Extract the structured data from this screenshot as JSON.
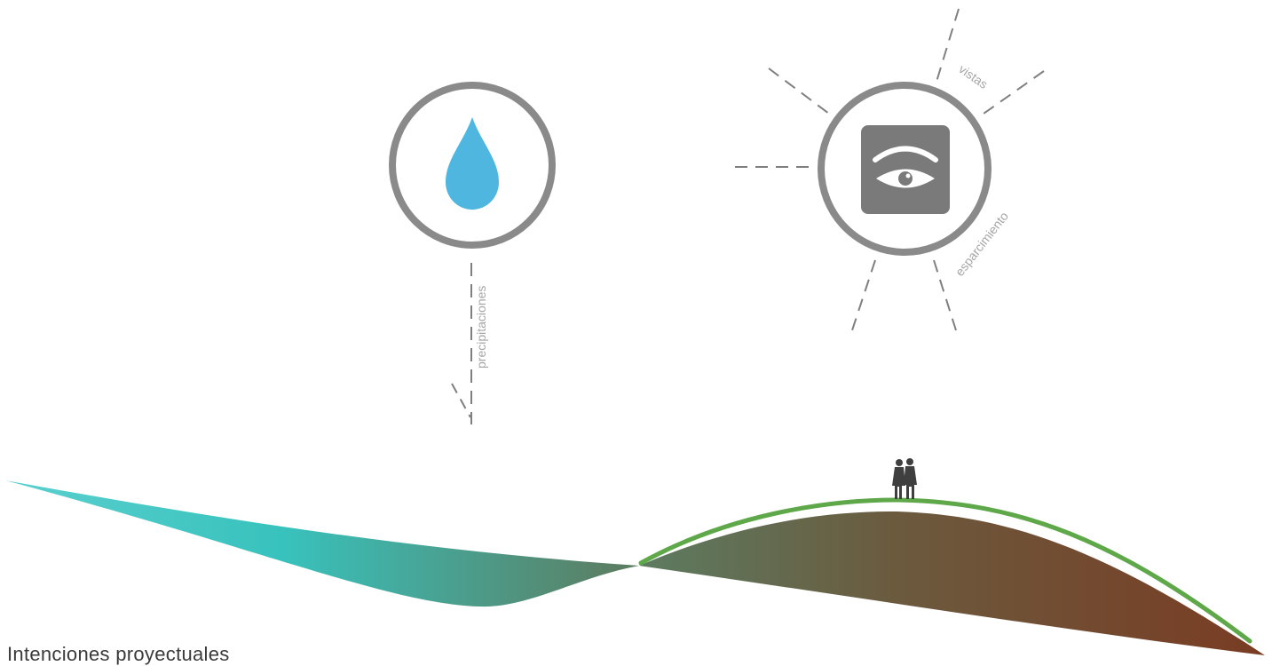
{
  "labels": {
    "rain": "precipitaciones",
    "views": "vistas",
    "leisure": "esparcimiento"
  },
  "caption": "Intenciones proyectuales",
  "icons": {
    "left_circle": "water-drop-icon",
    "right_circle": "eye-icon"
  },
  "colors": {
    "ring": "#8a8a8a",
    "drop": "#4fb6df",
    "eye_box": "#7a7a7a",
    "dash": "#7f7f7f",
    "grass": "#5ea84a",
    "water_start": "#37c4bf",
    "earth_end": "#7a4126",
    "people": "#3f3f3f"
  }
}
